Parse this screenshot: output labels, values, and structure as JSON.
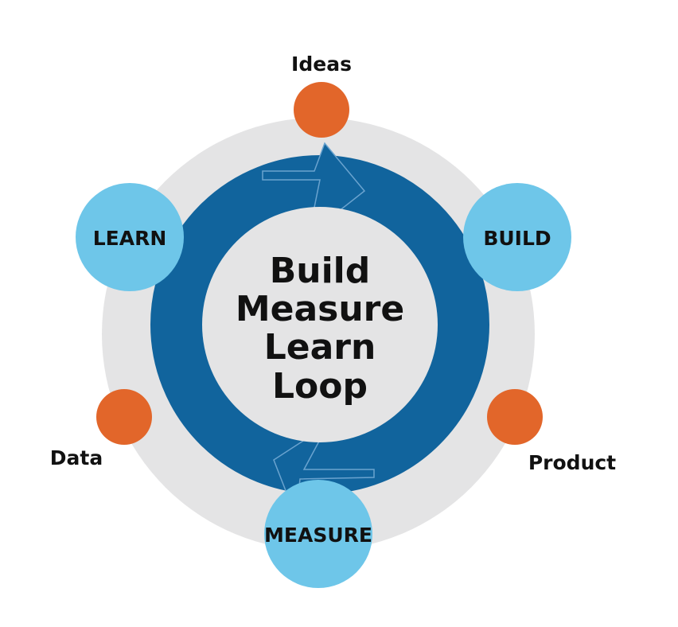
{
  "center_title_lines": [
    "Build",
    "Measure",
    "Learn",
    "Loop"
  ],
  "phases": [
    {
      "label": "BUILD"
    },
    {
      "label": "MEASURE"
    },
    {
      "label": "LEARN"
    }
  ],
  "outputs": [
    {
      "label": "Ideas"
    },
    {
      "label": "Product"
    },
    {
      "label": "Data"
    }
  ],
  "colors": {
    "background_disc": "#e4e4e5",
    "loop_ring": "#11649d",
    "phase_circle": "#6ec6e9",
    "output_dot": "#e2662a",
    "text": "#111111"
  }
}
